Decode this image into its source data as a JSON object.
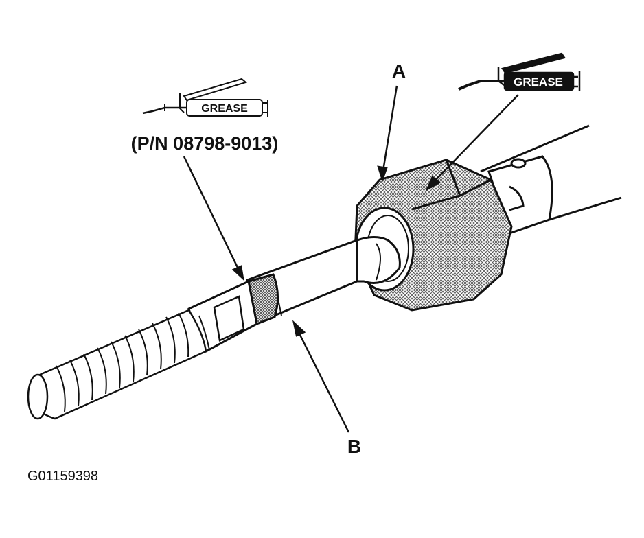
{
  "diagram": {
    "callout_a": "A",
    "callout_b": "B",
    "grease_label_left": "GREASE",
    "grease_label_right": "GREASE",
    "part_number": "(P/N 08798-9013)",
    "figure_id": "G01159398"
  },
  "colors": {
    "ink": "#111111",
    "paper": "#ffffff",
    "hatch": "#9a9a9a"
  }
}
